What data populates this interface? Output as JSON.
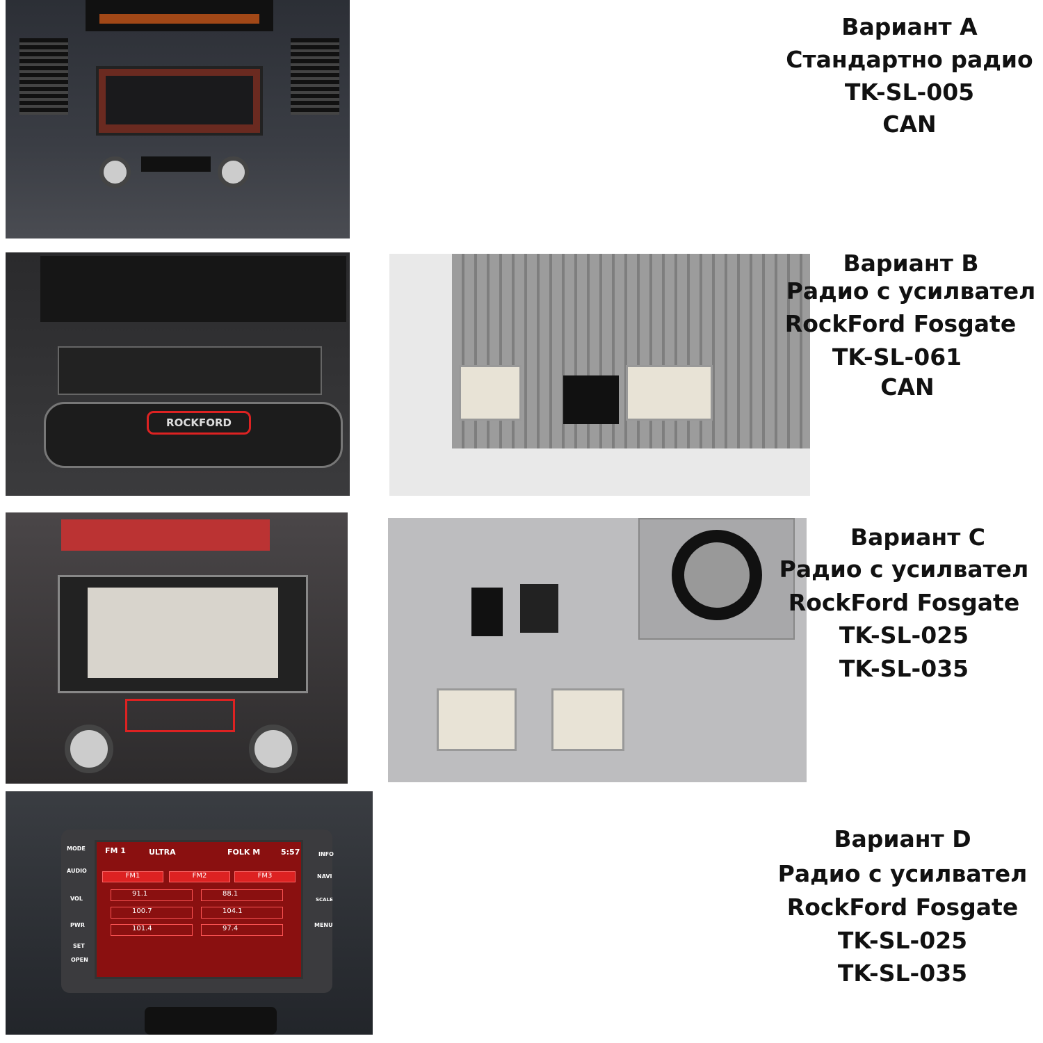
{
  "variants": [
    {
      "lines": [
        "Вариант A",
        "Стандартно радио",
        "TK-SL-005",
        "CAN"
      ]
    },
    {
      "lines": [
        "Вариант B",
        "Радио с усилвател",
        "RockFord Fosgate",
        "TK-SL-061",
        "CAN"
      ]
    },
    {
      "lines": [
        "Вариант C",
        "Радио с усилвател",
        "RockFord Fosgate",
        "TK-SL-025",
        "TK-SL-035"
      ]
    },
    {
      "lines": [
        "Вариант D",
        "Радио с усилвател",
        "RockFord Fosgate",
        "TK-SL-025",
        "TK-SL-035"
      ]
    }
  ],
  "photo_b": {
    "brand": "ROCKFORD"
  },
  "photo_d": {
    "band": "FM 1",
    "station": "ULTRA",
    "genre": "FOLK M",
    "time": "5:57",
    "tabs": [
      "FM1",
      "FM2",
      "FM3"
    ],
    "presets": [
      "91.1",
      "88.1",
      "100.7",
      "104.1",
      "101.4",
      "97.4"
    ],
    "left_buttons": [
      "MODE",
      "AUDIO",
      "VOL",
      "PWR",
      "SET",
      "OPEN"
    ],
    "right_buttons": [
      "INFO",
      "NAVI",
      "SCALE",
      "MENU"
    ]
  }
}
